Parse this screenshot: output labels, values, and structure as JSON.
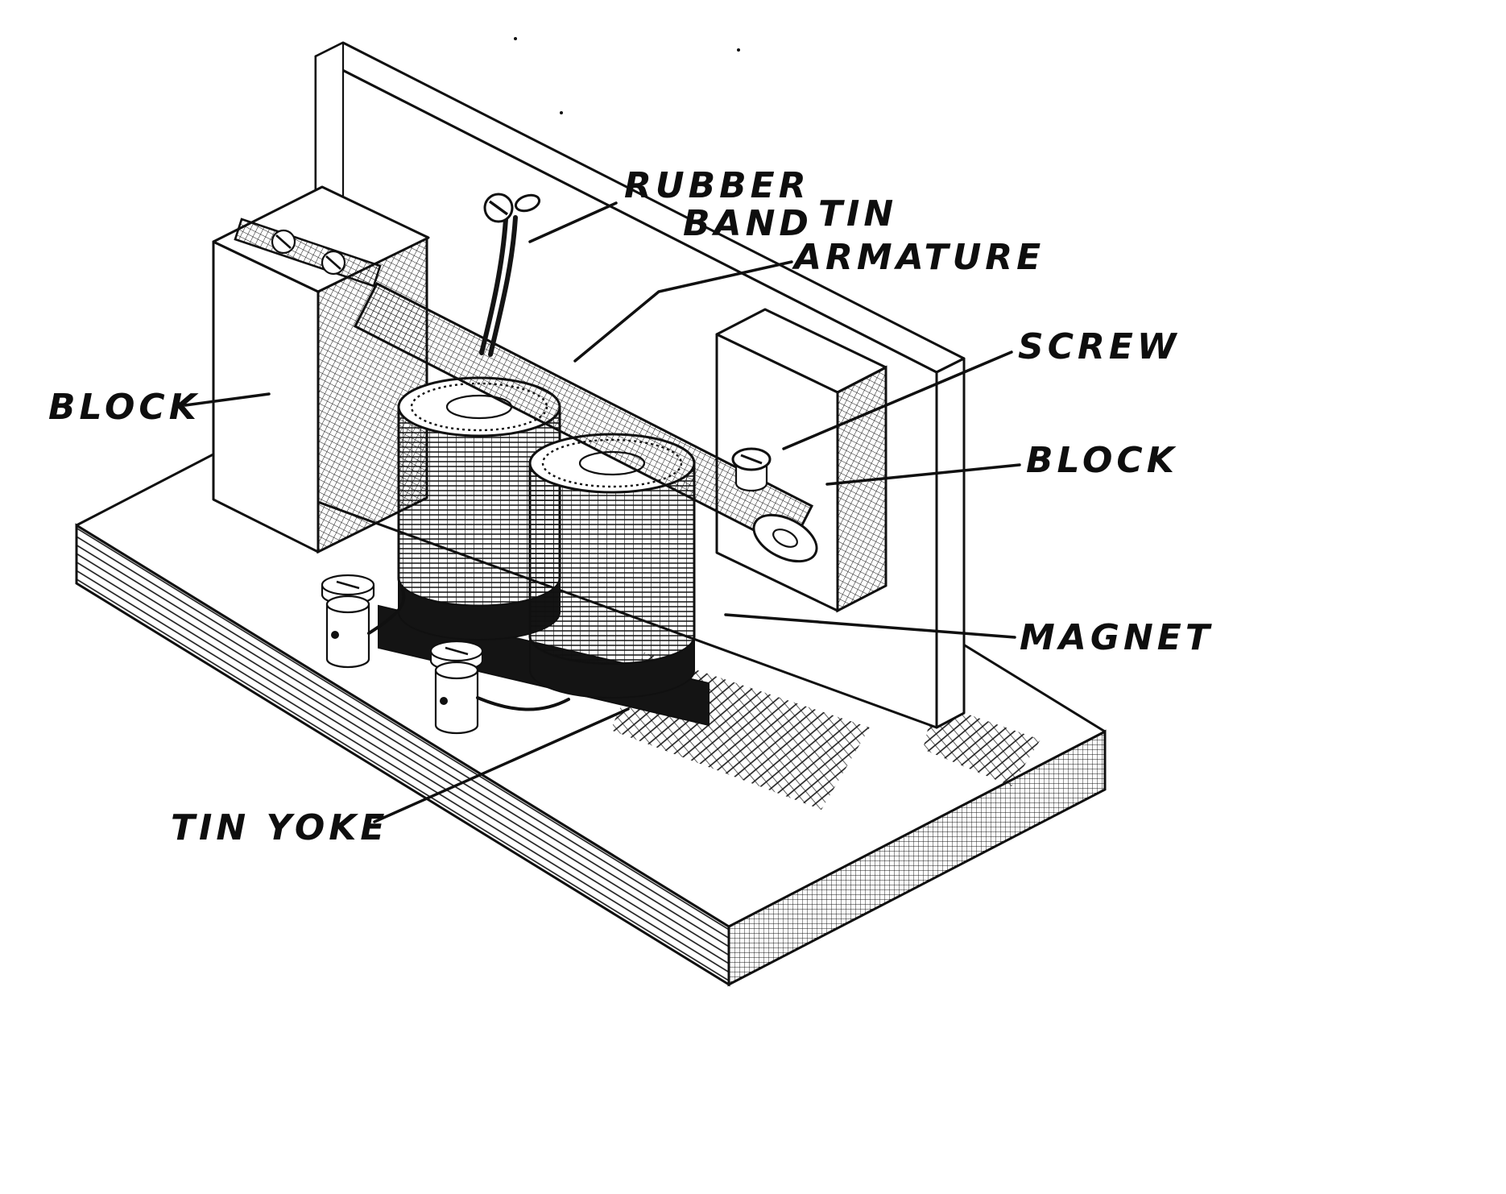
{
  "figure": {
    "labels": {
      "rubber_band_line1": "RUBBER",
      "rubber_band_line2": "BAND",
      "tin_armature_line1": "TIN",
      "tin_armature_line2": "ARMATURE",
      "screw": "SCREW",
      "block_left": "BLOCK",
      "block_right": "BLOCK",
      "magnet": "MAGNET",
      "tin_yoke": "TIN YOKE"
    },
    "colors": {
      "ink": "#101010",
      "paper": "#ffffff",
      "dark_fill": "#141414"
    }
  }
}
